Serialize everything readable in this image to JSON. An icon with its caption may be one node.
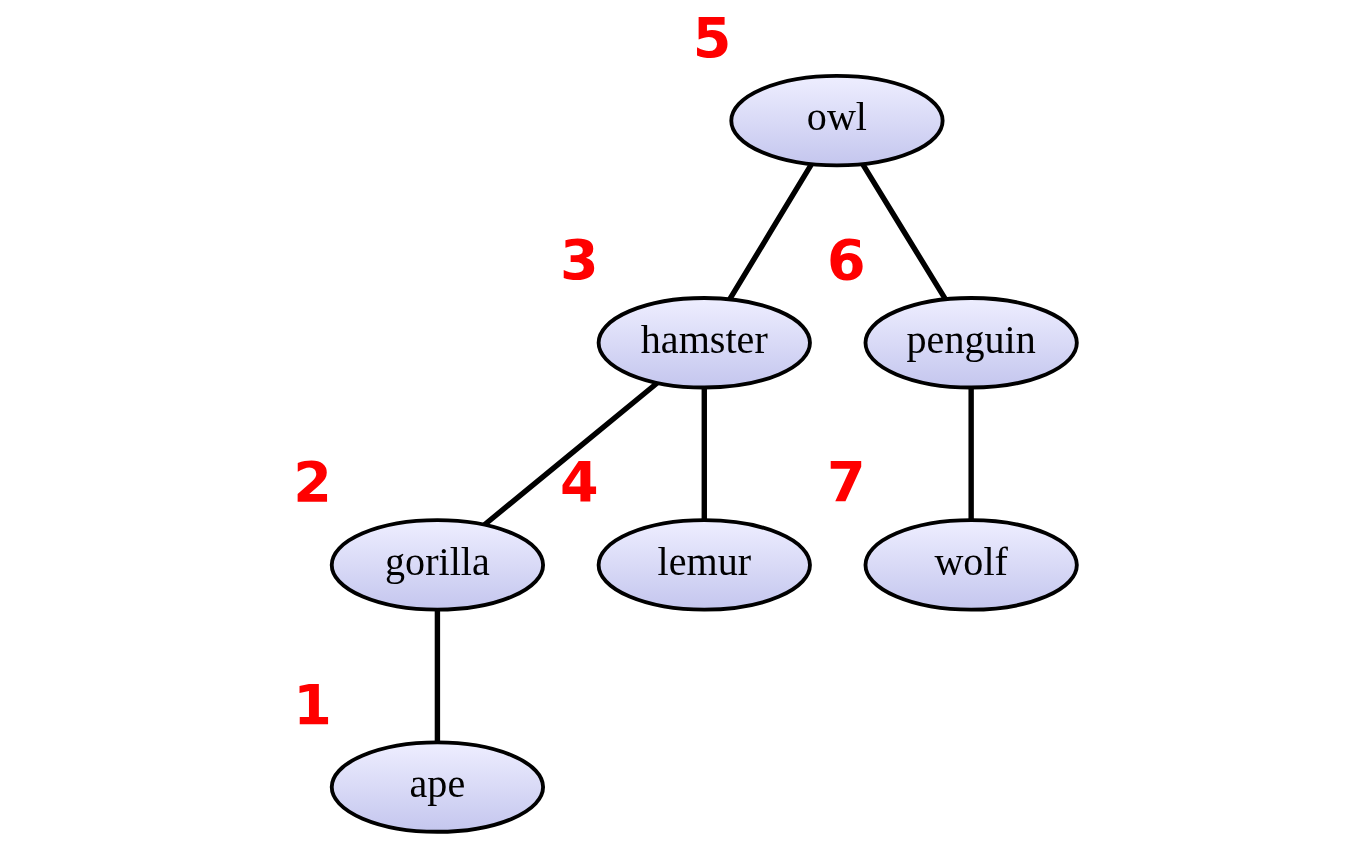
{
  "diagram": {
    "nodes": [
      {
        "text": [
          "owl"
        ],
        "beside": [
          "5"
        ]
      },
      {
        "text": [
          "hamster"
        ],
        "beside": [
          "3"
        ]
      },
      {
        "text": [
          "penguin"
        ],
        "beside": [
          "6"
        ]
      },
      {
        "text": [
          "gorilla"
        ],
        "beside": [
          "2"
        ]
      },
      {
        "text": [
          "lemur"
        ],
        "beside": [
          "4"
        ]
      },
      {
        "text": [
          "wolf"
        ],
        "beside": [
          "7"
        ]
      },
      {
        "text": [
          "ape"
        ],
        "beside": [
          "1"
        ]
      }
    ],
    "edges": [
      {
        "from": 0,
        "to": 1,
        "arrow": "none"
      },
      {
        "from": 0,
        "to": 2,
        "arrow": "none"
      },
      {
        "from": 1,
        "to": 3,
        "arrow": "none"
      },
      {
        "from": 1,
        "to": 4,
        "arrow": "none"
      },
      {
        "from": 2,
        "to": 5,
        "arrow": "none"
      },
      {
        "from": 3,
        "to": 6,
        "arrow": "none"
      }
    ]
  }
}
